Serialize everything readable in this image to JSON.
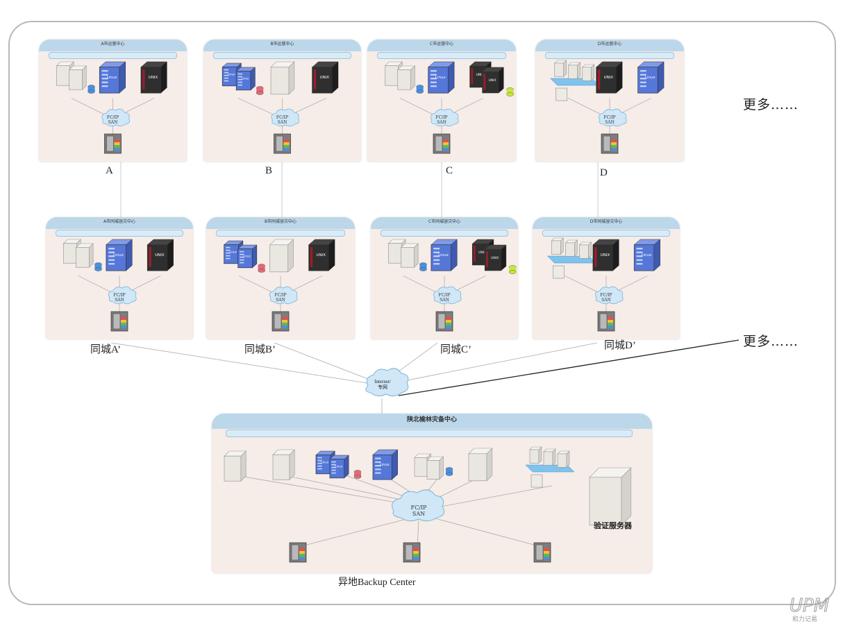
{
  "centers_top": [
    {
      "title": "A市运营中心",
      "label": "A",
      "layout": [
        "win-db",
        "linux",
        "unix"
      ]
    },
    {
      "title": "B市运营中心",
      "label": "B",
      "layout": [
        "linux-db",
        "windows",
        "unix"
      ]
    },
    {
      "title": "C市运营中心",
      "label": "C",
      "layout": [
        "win-db",
        "linux",
        "unix-db"
      ]
    },
    {
      "title": "D市运营中心",
      "label": "D",
      "layout": [
        "virt",
        "unix",
        "linux"
      ]
    }
  ],
  "centers_city": [
    {
      "title": "A市同城容灾中心",
      "label": "同城A’",
      "layout": [
        "win-db",
        "linux",
        "unix"
      ]
    },
    {
      "title": "B市同城容灾中心",
      "label": "同城B’",
      "layout": [
        "linux-db",
        "windows",
        "unix"
      ]
    },
    {
      "title": "C市同城容灾中心",
      "label": "同城C’",
      "layout": [
        "win-db",
        "linux",
        "unix-db"
      ]
    },
    {
      "title": "D市同城容灾中心",
      "label": "同城D’",
      "layout": [
        "virt",
        "unix",
        "linux"
      ]
    }
  ],
  "san_label_top": "FC/IP",
  "san_label_bottom": "SAN",
  "more_top": "更多……",
  "more_mid": "更多……",
  "internet": {
    "line1": "Internet/",
    "line2": "专网"
  },
  "backup": {
    "title": "陕北榆林灾备中心",
    "caption": "异地Backup Center",
    "verify_label": "验证服务器"
  },
  "logo_text": "和力记易",
  "colors": {
    "panel": "#f6ece8",
    "header": "#bcd7ea",
    "linux": "#4a6fd0",
    "unix": "#2e2e2e",
    "windows": "#e8e6df",
    "line": "#b8b8b8"
  }
}
